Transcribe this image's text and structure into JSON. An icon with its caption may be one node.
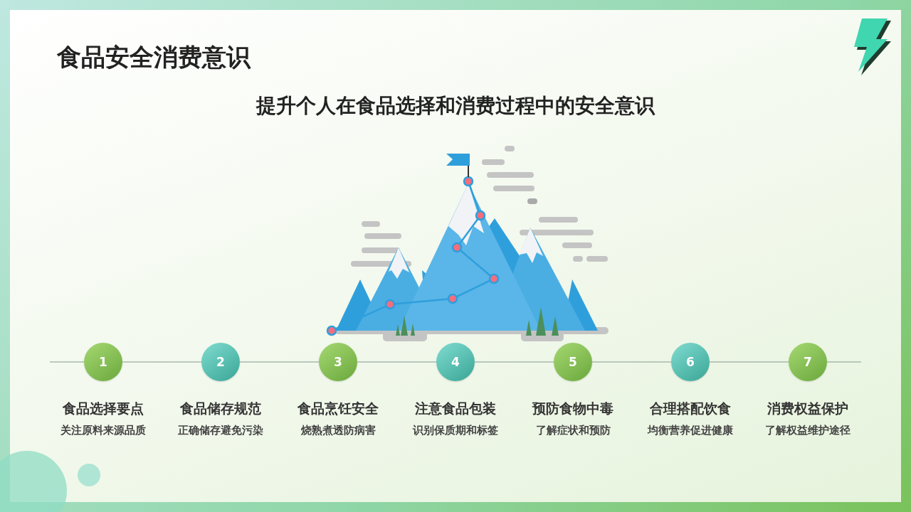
{
  "diagram": {
    "title": "食品安全消费意识",
    "nodes": [
      {
        "text": [
          "1",
          "食品选择要点",
          "关注原料来源品质"
        ]
      },
      {
        "text": [
          "2",
          "食品储存规范",
          "正确储存避免污染"
        ]
      },
      {
        "text": [
          "3",
          "食品烹饪安全",
          "烧熟煮透防病害"
        ]
      },
      {
        "text": [
          "4",
          "注意食品包装",
          "识别保质期和标签"
        ]
      },
      {
        "text": [
          "5",
          "预防食物中毒",
          "了解症状和预防"
        ]
      },
      {
        "text": [
          "6",
          "合理搭配饮食",
          "均衡营养促进健康"
        ]
      },
      {
        "text": [
          "7",
          "消费权益保护",
          "了解权益维护途径"
        ]
      }
    ],
    "edges": [
      {
        "from": 0,
        "to": 1,
        "arrow": "none"
      },
      {
        "from": 1,
        "to": 2,
        "arrow": "none"
      },
      {
        "from": 2,
        "to": 3,
        "arrow": "none"
      },
      {
        "from": 3,
        "to": 4,
        "arrow": "none"
      },
      {
        "from": 4,
        "to": 5,
        "arrow": "none"
      },
      {
        "from": 5,
        "to": 6,
        "arrow": "none"
      }
    ],
    "labels": [
      "提升个人在食品选择和消费过程中的安全意识"
    ]
  }
}
